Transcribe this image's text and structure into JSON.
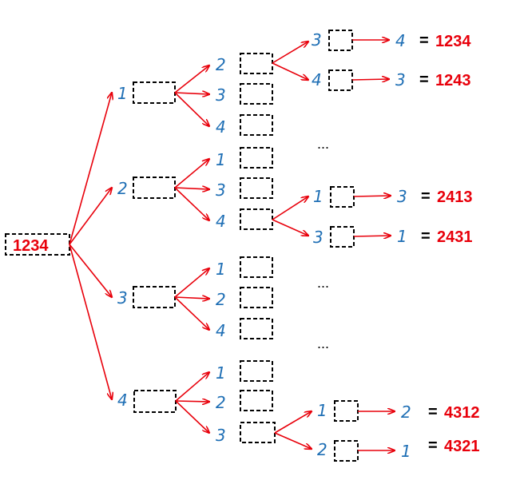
{
  "colors": {
    "digit": "#1f6fb5",
    "result": "#e8000b",
    "arrow": "#e8000b",
    "box": "#000000",
    "text": "#000000"
  },
  "root": {
    "label": "1234"
  },
  "level1": [
    {
      "digit": "1",
      "children": [
        {
          "digit": "2",
          "children": [
            {
              "digit": "3",
              "last": "4",
              "equals": "=",
              "result": "1234"
            },
            {
              "digit": "4",
              "last": "3",
              "equals": "=",
              "result": "1243"
            }
          ]
        },
        {
          "digit": "3"
        },
        {
          "digit": "4"
        }
      ]
    },
    {
      "digit": "2",
      "children": [
        {
          "digit": "1"
        },
        {
          "digit": "3"
        },
        {
          "digit": "4",
          "children": [
            {
              "digit": "1",
              "last": "3",
              "equals": "=",
              "result": "2413"
            },
            {
              "digit": "3",
              "last": "1",
              "equals": "=",
              "result": "2431"
            }
          ]
        }
      ]
    },
    {
      "digit": "3",
      "children": [
        {
          "digit": "1"
        },
        {
          "digit": "2"
        },
        {
          "digit": "4"
        }
      ]
    },
    {
      "digit": "4",
      "children": [
        {
          "digit": "1"
        },
        {
          "digit": "2"
        },
        {
          "digit": "3",
          "children": [
            {
              "digit": "1",
              "last": "2",
              "equals": "=",
              "result": "4312"
            },
            {
              "digit": "2",
              "last": "1",
              "equals": "=",
              "result": "4321"
            }
          ]
        }
      ]
    }
  ],
  "ellipses": [
    "...",
    "...",
    "..."
  ]
}
